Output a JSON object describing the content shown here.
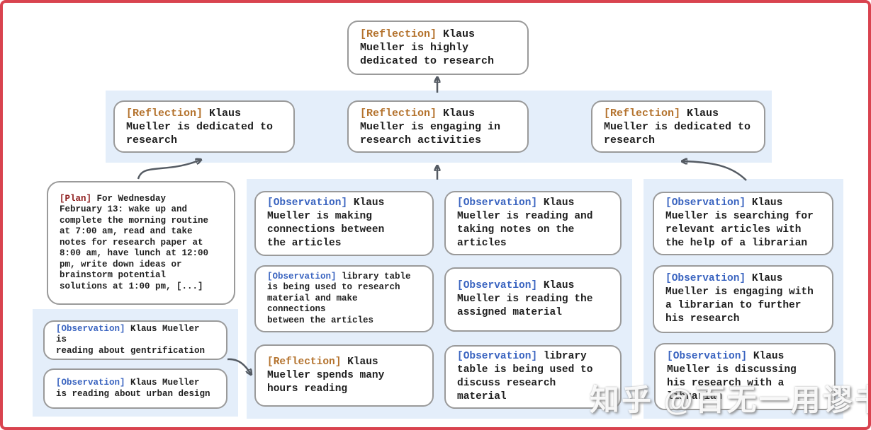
{
  "colors": {
    "frame_border": "#d9434f",
    "panel_background": "#e4eefa",
    "box_border": "#9a9a9a",
    "reflection_tag": "#b4732e",
    "observation_tag": "#3a64c0",
    "plan_tag": "#8e1d1d",
    "arrow": "#555b63",
    "body_text": "#1f1f1f"
  },
  "watermark": {
    "text": "知乎 @百无一用谬书生"
  },
  "nodes": {
    "root": {
      "tag": "[Reflection]",
      "text": "Klaus\nMueller is highly\ndedicated to research"
    },
    "ref1": {
      "tag": "[Reflection]",
      "text": "Klaus\nMueller is dedicated to\nresearch"
    },
    "ref2": {
      "tag": "[Reflection]",
      "text": "Klaus\nMueller is engaging in\nresearch activities"
    },
    "ref3": {
      "tag": "[Reflection]",
      "text": "Klaus\nMueller is dedicated to\nresearch"
    },
    "plan": {
      "tag": "[Plan]",
      "text": "For Wednesday\nFebruary 13: wake up and\ncomplete the morning routine\nat 7:00 am, read and take\nnotes for research paper at\n8:00 am, have lunch at 12:00\npm, write down ideas or\nbrainstorm potential\nsolutions at 1:00 pm, [...]"
    },
    "obs_gentrification": {
      "tag": "[Observation]",
      "text": "Klaus Mueller is\nreading about gentrification"
    },
    "obs_urban_design": {
      "tag": "[Observation]",
      "text": "Klaus Mueller\nis reading about urban design"
    },
    "obs_connections": {
      "tag": "[Observation]",
      "text": "Klaus\nMueller is making\nconnections between\nthe articles"
    },
    "obs_library_research": {
      "tag": "[Observation]",
      "text": "library table\nis being used to research\nmaterial and make connections\nbetween the articles"
    },
    "ref_hours_reading": {
      "tag": "[Reflection]",
      "text": "Klaus\nMueller spends many\nhours reading"
    },
    "obs_taking_notes": {
      "tag": "[Observation]",
      "text": "Klaus\nMueller is reading and\ntaking notes on the\narticles"
    },
    "obs_assigned_material": {
      "tag": "[Observation]",
      "text": "Klaus\nMueller is reading the\nassigned material"
    },
    "obs_library_discuss": {
      "tag": "[Observation]",
      "text": "library\ntable is being used to\ndiscuss research material"
    },
    "obs_searching": {
      "tag": "[Observation]",
      "text": "Klaus\nMueller is searching for\nrelevant articles with\nthe help of a librarian"
    },
    "obs_engaging": {
      "tag": "[Observation]",
      "text": "Klaus\nMueller is engaging with\na librarian to further\nhis research"
    },
    "obs_discussing": {
      "tag": "[Observation]",
      "text": "Klaus\nMueller is discussing\nhis research with a\nlibrarian"
    }
  },
  "edges": [
    {
      "from": "ref2",
      "to": "root"
    },
    {
      "from": "plan",
      "to": "ref1"
    },
    {
      "from": "middle-observations",
      "to": "ref2"
    },
    {
      "from": "right-observations",
      "to": "ref3"
    },
    {
      "from": "left-observations",
      "to": "ref_hours_reading"
    }
  ]
}
